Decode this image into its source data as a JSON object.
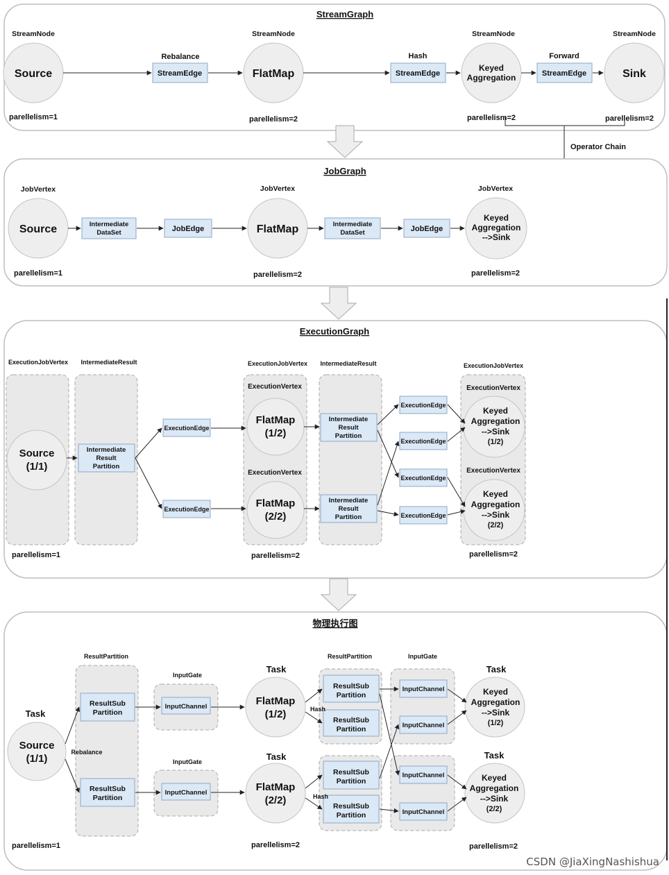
{
  "panels": {
    "stream_graph": {
      "title": "StreamGraph",
      "node_kind": "StreamNode",
      "nodes": [
        "Source",
        "FlatMap",
        "Keyed",
        "Aggregation",
        "Sink"
      ],
      "edge_label": "StreamEdge",
      "partitioners": [
        "Rebalance",
        "Hash",
        "Forward"
      ],
      "parallelism": [
        "parellelism=1",
        "parellelism=2",
        "parellelism=2",
        "parellelism=2"
      ],
      "operator_chain": "Operator Chain"
    },
    "job_graph": {
      "title": "JobGraph",
      "vertex_kind": "JobVertex",
      "nodes": [
        "Source",
        "FlatMap",
        "Keyed",
        "Aggregation",
        "-->Sink"
      ],
      "dataset_label": [
        "Intermediate",
        "DataSet"
      ],
      "edge_label": "JobEdge",
      "parallelism": [
        "parellelism=1",
        "parellelism=2",
        "parellelism=2"
      ]
    },
    "execution_graph": {
      "title": "ExecutionGraph",
      "job_vertex": "ExecutionJobVertex",
      "intermediate_result": "IntermediateResult",
      "execution_vertex": "ExecutionVertex",
      "execution_edge": "ExecutionEdge",
      "result_partition": [
        "Intermediate",
        "Result",
        "Partition"
      ],
      "source": [
        "Source",
        "(1/1)"
      ],
      "flatmap_1": [
        "FlatMap",
        "(1/2)"
      ],
      "flatmap_2": [
        "FlatMap",
        "(2/2)"
      ],
      "keyed_1": [
        "Keyed",
        "Aggregation",
        "-->Sink",
        "(1/2)"
      ],
      "keyed_2": [
        "Keyed",
        "Aggregation",
        "-->Sink",
        "(2/2)"
      ],
      "parallelism": [
        "parellelism=1",
        "parellelism=2",
        "parellelism=2"
      ]
    },
    "physical_graph": {
      "title": "物理执行图",
      "task": "Task",
      "result_partition": "ResultPartition",
      "input_gate": "InputGate",
      "result_sub": [
        "ResultSub",
        "Partition"
      ],
      "input_channel": "InputChannel",
      "rebalance": "Rebalance",
      "hash": "Hash",
      "source": [
        "Source",
        "(1/1)"
      ],
      "flatmap_1": [
        "FlatMap",
        "(1/2)"
      ],
      "flatmap_2": [
        "FlatMap",
        "(2/2)"
      ],
      "keyed_1": [
        "Keyed",
        "Aggregation",
        "-->Sink",
        "(1/2)"
      ],
      "keyed_2": [
        "Keyed",
        "Aggregation",
        "-->Sink",
        "(2/2)"
      ],
      "parallelism": [
        "parellelism=1",
        "parellelism=2",
        "parellelism=2"
      ]
    }
  },
  "watermark": "CSDN @JiaXingNashishua",
  "colors": {
    "panel_stroke": "#bdbdbd",
    "node_fill": "#eeeeee",
    "edge_box_fill": "#dbe8f6",
    "edge_box_stroke": "#8fa8c4",
    "group_fill": "#e9e9e9",
    "arrow": "#222222"
  }
}
